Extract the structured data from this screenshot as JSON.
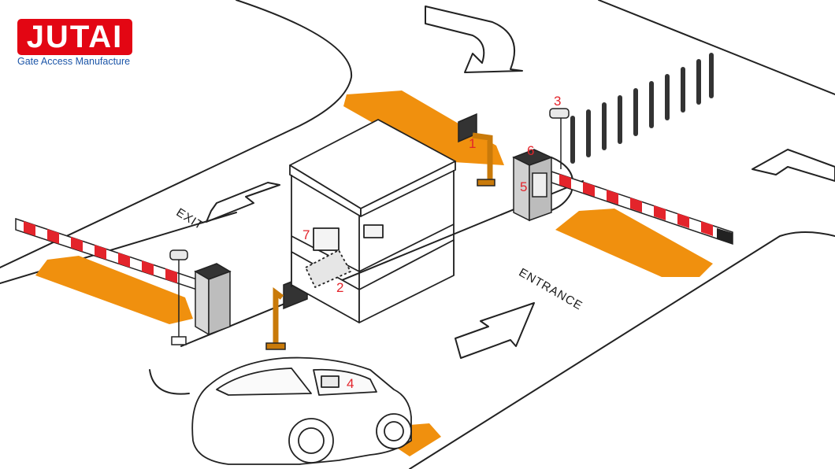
{
  "logo": {
    "brand": "JUTAI",
    "tagline": "Gate Access Manufacture"
  },
  "road_labels": {
    "exit": "EXIT",
    "entrance": "ENTRANCE"
  },
  "callouts": [
    "1",
    "2",
    "3",
    "4",
    "5",
    "6",
    "7"
  ],
  "colors": {
    "brand_red": "#e30613",
    "tagline_blue": "#1d56a8",
    "loop_orange": "#f0900e",
    "callout_red": "#e3242b",
    "line": "#222222"
  }
}
